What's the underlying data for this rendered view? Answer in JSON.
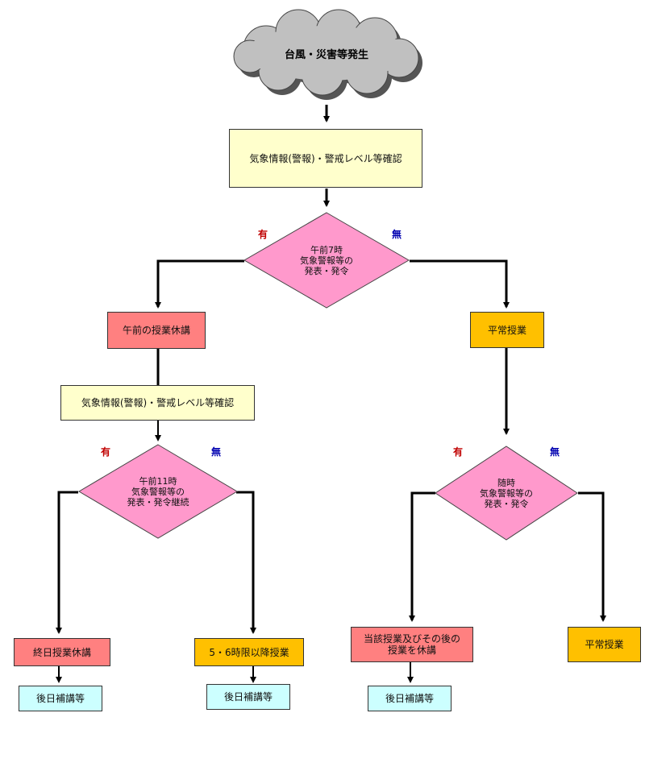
{
  "start": "台風・災害等発生",
  "check_top": "気象情報(警報)・警戒レベル等確認",
  "decision_1": [
    "午前7時",
    "気象警報等の",
    "発表・発令"
  ],
  "yes_label": "有",
  "no_label": "無",
  "morning_closed": "午前の授業休講",
  "normal_class_1": "平常授業",
  "check_mid": "気象情報(警報)・警戒レベル等確認",
  "decision_2": [
    "午前11時",
    "気象警報等の",
    "発表・発令継続"
  ],
  "decision_3": [
    "随時",
    "気象警報等の",
    "発表・発令"
  ],
  "all_day_closed": "終日授業休講",
  "afternoon_class": "5・6時限以降授業",
  "cancel_after": [
    "当該授業及びその後の",
    "授業を休講"
  ],
  "normal_class_2": "平常授業",
  "makeup_1": "後日補講等",
  "makeup_2": "後日補講等",
  "makeup_3": "後日補講等",
  "colors": {
    "yellow": "#ffffcc",
    "red": "#ff8080",
    "orange": "#ffc000",
    "cyan": "#ccffff",
    "pink": "#ff99cc",
    "cloud": "#c0c0c0"
  }
}
